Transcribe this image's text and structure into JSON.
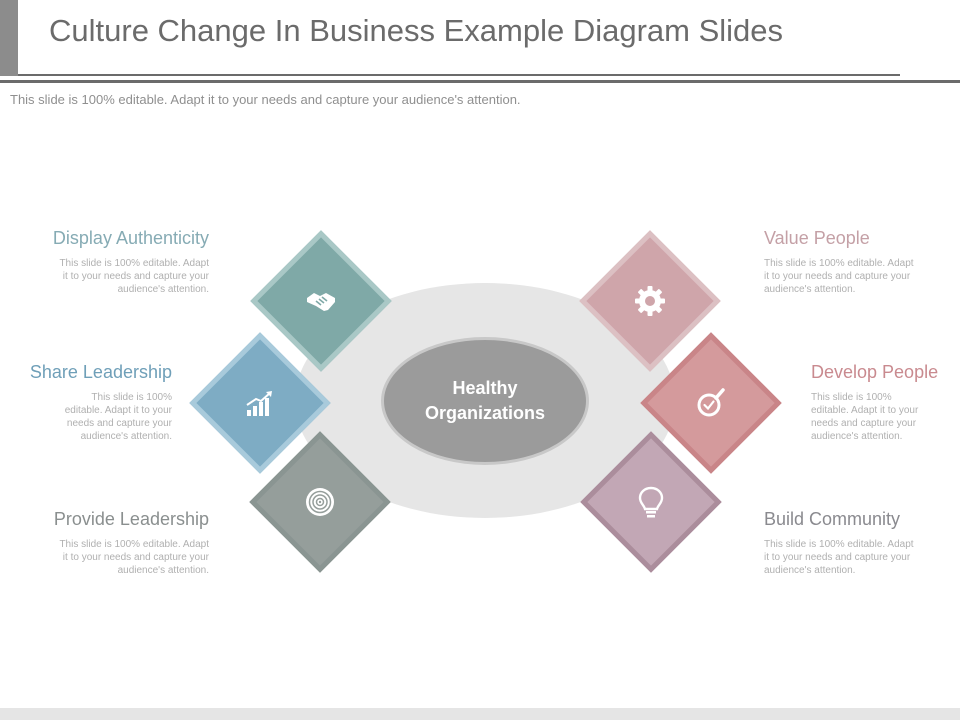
{
  "header": {
    "title": "Culture Change In Business Example Diagram Slides",
    "subtitle": "This slide is 100% editable. Adapt it to your needs and capture your audience's attention."
  },
  "center": {
    "label": "Healthy\nOrganizations"
  },
  "items": [
    {
      "label": "Display Authenticity",
      "desc": "This slide is 100% editable. Adapt\nit to your needs and capture your\naudience's attention.",
      "color": "#7fa9a7",
      "border": "#a9c8c6",
      "text_color": "#86abb4",
      "icon": "handshake-icon"
    },
    {
      "label": "Share Leadership",
      "desc": "This slide is 100%\neditable. Adapt it to your\nneeds and capture your\naudience's attention.",
      "color": "#7eacc4",
      "border": "#a8cadb",
      "text_color": "#6f9fb8",
      "icon": "growth-chart-icon"
    },
    {
      "label": "Provide Leadership",
      "desc": "This slide is 100% editable. Adapt\nit to your needs and capture your\naudience's attention.",
      "color": "#959e9b",
      "border": "#8a9592",
      "text_color": "#8a8f8f",
      "icon": "target-icon"
    },
    {
      "label": "Value People",
      "desc": "This slide is 100% editable. Adapt\nit to your needs and capture your\naudience's attention.",
      "color": "#cfa5aa",
      "border": "#dcc0c3",
      "text_color": "#c4a0a6",
      "icon": "gear-icon"
    },
    {
      "label": "Develop People",
      "desc": "This slide is 100%\neditable. Adapt it to your\nneeds and capture your\naudience's attention.",
      "color": "#d49a9c",
      "border": "#c98588",
      "text_color": "#c98a8f",
      "icon": "magnifier-check-icon"
    },
    {
      "label": "Build Community",
      "desc": "This slide is 100% editable. Adapt\nit to your needs and capture your\naudience's attention.",
      "color": "#c2a7b5",
      "border": "#ab8d9c",
      "text_color": "#8a8a8f",
      "icon": "lightbulb-icon"
    }
  ]
}
